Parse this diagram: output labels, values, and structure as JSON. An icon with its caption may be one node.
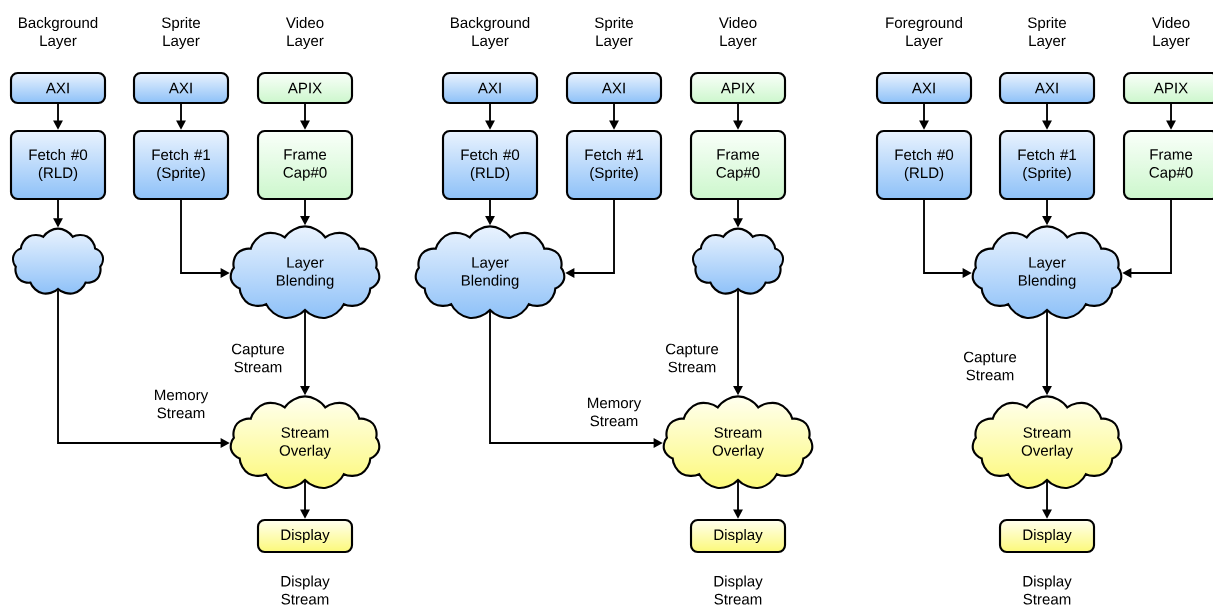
{
  "diagram": {
    "nodes": [
      {
        "text": [
          "AXI"
        ]
      },
      {
        "text": [
          "AXI"
        ]
      },
      {
        "text": [
          "APIX"
        ]
      },
      {
        "text": [
          "Fetch #0 (RLD)"
        ]
      },
      {
        "text": [
          "Fetch #1 (Sprite)"
        ]
      },
      {
        "text": [
          "Frame Cap#0"
        ]
      },
      {
        "text": [],
        "shape": "cloud"
      },
      {
        "text": [
          "Layer Blending"
        ]
      },
      {
        "text": [
          "Stream Overlay"
        ]
      },
      {
        "text": [
          "Display"
        ]
      },
      {
        "text": [
          "AXI"
        ]
      },
      {
        "text": [
          "AXI"
        ]
      },
      {
        "text": [
          "APIX"
        ]
      },
      {
        "text": [
          "Fetch #0 (RLD)"
        ]
      },
      {
        "text": [
          "Fetch #1 (Sprite)"
        ]
      },
      {
        "text": [
          "Frame Cap#0"
        ]
      },
      {
        "text": [
          "Layer Blending"
        ]
      },
      {
        "text": [],
        "shape": "cloud"
      },
      {
        "text": [
          "Stream Overlay"
        ]
      },
      {
        "text": [
          "Display"
        ]
      },
      {
        "text": [
          "AXI"
        ]
      },
      {
        "text": [
          "AXI"
        ]
      },
      {
        "text": [
          "APIX"
        ]
      },
      {
        "text": [
          "Fetch #0 (RLD)"
        ]
      },
      {
        "text": [
          "Fetch #1 (Sprite)"
        ]
      },
      {
        "text": [
          "Frame Cap#0"
        ]
      },
      {
        "text": [
          "Layer Blending"
        ]
      },
      {
        "text": [
          "Stream Overlay"
        ]
      },
      {
        "text": [
          "Display"
        ]
      }
    ],
    "edges": [
      {
        "from": 0,
        "to": 3,
        "arrow": "to"
      },
      {
        "from": 1,
        "to": 4,
        "arrow": "to"
      },
      {
        "from": 2,
        "to": 5,
        "arrow": "to"
      },
      {
        "from": 3,
        "to": 6,
        "arrow": "to"
      },
      {
        "from": 4,
        "to": 7,
        "arrow": "to"
      },
      {
        "from": 5,
        "to": 7,
        "arrow": "to"
      },
      {
        "from": 7,
        "to": 8,
        "arrow": "to"
      },
      {
        "from": 6,
        "to": 8,
        "arrow": "to"
      },
      {
        "from": 8,
        "to": 9,
        "arrow": "to"
      },
      {
        "from": 10,
        "to": 13,
        "arrow": "to"
      },
      {
        "from": 11,
        "to": 14,
        "arrow": "to"
      },
      {
        "from": 12,
        "to": 15,
        "arrow": "to"
      },
      {
        "from": 13,
        "to": 16,
        "arrow": "to"
      },
      {
        "from": 14,
        "to": 16,
        "arrow": "to"
      },
      {
        "from": 15,
        "to": 17,
        "arrow": "to"
      },
      {
        "from": 17,
        "to": 18,
        "arrow": "to"
      },
      {
        "from": 16,
        "to": 18,
        "arrow": "to"
      },
      {
        "from": 18,
        "to": 19,
        "arrow": "to"
      },
      {
        "from": 20,
        "to": 23,
        "arrow": "to"
      },
      {
        "from": 21,
        "to": 24,
        "arrow": "to"
      },
      {
        "from": 22,
        "to": 25,
        "arrow": "to"
      },
      {
        "from": 23,
        "to": 26,
        "arrow": "to"
      },
      {
        "from": 24,
        "to": 26,
        "arrow": "to"
      },
      {
        "from": 25,
        "to": 26,
        "arrow": "to"
      },
      {
        "from": 26,
        "to": 27,
        "arrow": "to"
      },
      {
        "from": 27,
        "to": 28,
        "arrow": "to"
      }
    ],
    "labels": [
      "Background Layer",
      "Sprite Layer",
      "Video Layer",
      "Capture Stream",
      "Memory Stream",
      "Display Stream",
      "Background Layer",
      "Sprite Layer",
      "Video Layer",
      "Capture Stream",
      "Memory Stream",
      "Display Stream",
      "Foreground Layer",
      "Sprite Layer",
      "Video Layer",
      "Capture Stream",
      "Display Stream"
    ]
  }
}
